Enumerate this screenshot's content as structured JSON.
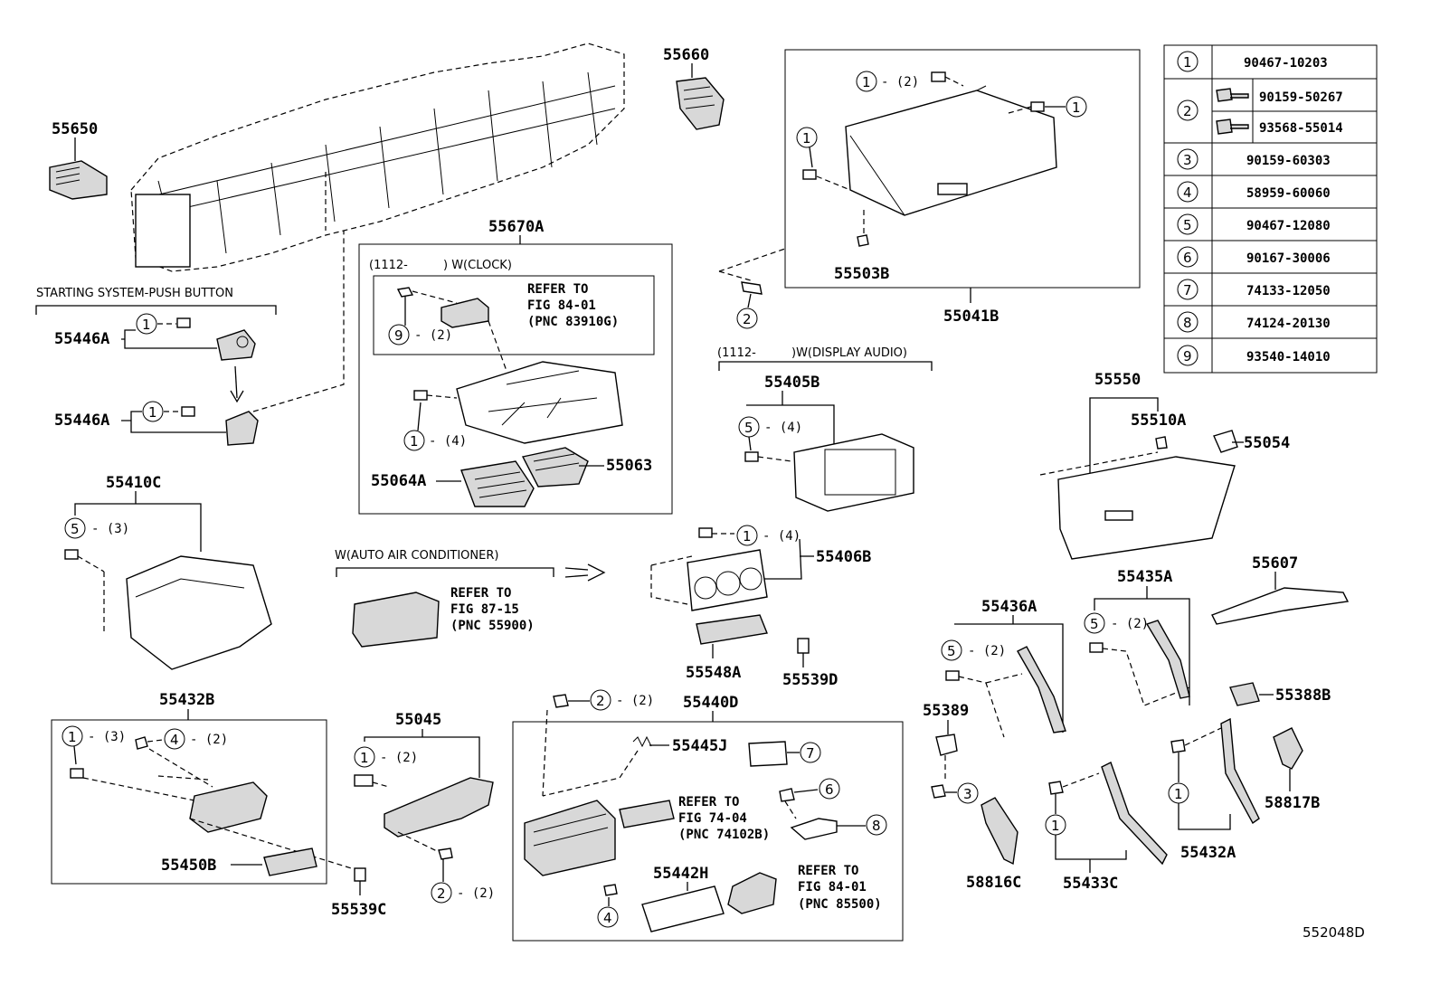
{
  "labels": {
    "p55650": "55650",
    "p55660": "55660",
    "p55670A": "55670A",
    "p55041B": "55041B",
    "p55503B": "55503B",
    "p55446A_1": "55446A",
    "p55446A_2": "55446A",
    "p55064A": "55064A",
    "p55063": "55063",
    "p55405B": "55405B",
    "p55550": "55550",
    "p55510A": "55510A",
    "p55054": "55054",
    "p55410C": "55410C",
    "p55406B": "55406B",
    "p55548A": "55548A",
    "p55539D": "55539D",
    "p55607": "55607",
    "p55436A": "55436A",
    "p55435A": "55435A",
    "p55388B": "55388B",
    "p55432B": "55432B",
    "p55045": "55045",
    "p55440D": "55440D",
    "p55445J": "55445J",
    "p55389": "55389",
    "p55450B": "55450B",
    "p55539C": "55539C",
    "p55442H": "55442H",
    "p58817B": "58817B",
    "p58816C": "58816C",
    "p55433C": "55433C",
    "p55432A": "55432A",
    "diagram_code": "552048D"
  },
  "notes": {
    "starting_system": "STARTING SYSTEM-PUSH BUTTON",
    "clock_range": "(1112-",
    "clock_label": ") W(CLOCK)",
    "display_range": "(1112-",
    "display_label": ")W(DISPLAY AUDIO)",
    "auto_ac": "W(AUTO AIR CONDITIONER)"
  },
  "refs": {
    "clock": [
      "REFER TO",
      "FIG 84-01",
      "(PNC 83910G)"
    ],
    "auto_ac": [
      "REFER TO",
      "FIG 87-15",
      "(PNC 55900)"
    ],
    "fig74": [
      "REFER TO",
      "FIG 74-04",
      "(PNC 74102B)"
    ],
    "fig84": [
      "REFER TO",
      "FIG 84-01",
      "(PNC 85500)"
    ]
  },
  "callouts": {
    "c1_2_glove": "- (2)",
    "c9_2": "- (2)",
    "c1_4_vent": "- (4)",
    "c5_4": "- (4)",
    "c1_4_ctrl": "- (4)",
    "c5_3": "- (3)",
    "c5_2_a": "- (2)",
    "c5_2_b": "- (2)",
    "c1_3": "- (3)",
    "c4_2": "- (2)",
    "c1_2_45": "- (2)",
    "c2_2_top": "- (2)",
    "c2_2_bot": "- (2)"
  },
  "parts_table": [
    {
      "no": "1",
      "part": "90467-10203"
    },
    {
      "no": "2",
      "part": "90159-50267"
    },
    {
      "no": "2",
      "part": "93568-55014"
    },
    {
      "no": "3",
      "part": "90159-60303"
    },
    {
      "no": "4",
      "part": "58959-60060"
    },
    {
      "no": "5",
      "part": "90467-12080"
    },
    {
      "no": "6",
      "part": "90167-30006"
    },
    {
      "no": "7",
      "part": "74133-12050"
    },
    {
      "no": "8",
      "part": "74124-20130"
    },
    {
      "no": "9",
      "part": "93540-14010"
    }
  ]
}
